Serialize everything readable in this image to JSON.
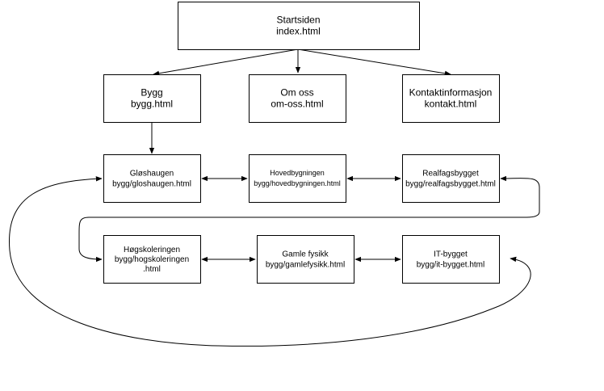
{
  "colors": {
    "stroke": "#000000",
    "fill": "#ffffff",
    "text": "#000000"
  },
  "nodes": [
    {
      "id": "startsiden",
      "lines": [
        "Startsiden",
        "index.html"
      ]
    },
    {
      "id": "bygg",
      "lines": [
        "Bygg",
        "bygg.html"
      ]
    },
    {
      "id": "om-oss",
      "lines": [
        "Om oss",
        "om-oss.html"
      ]
    },
    {
      "id": "kontakt",
      "lines": [
        "Kontaktinformasjon",
        "kontakt.html"
      ]
    },
    {
      "id": "gloshaugen",
      "lines": [
        "Gløshaugen",
        "bygg/gloshaugen.html"
      ]
    },
    {
      "id": "hovedbygningen",
      "lines": [
        "Hovedbygningen",
        "bygg/hovedbygningen.html"
      ]
    },
    {
      "id": "realfagsbygget",
      "lines": [
        "Realfagsbygget",
        "bygg/realfagsbygget.html"
      ]
    },
    {
      "id": "hogskoleringen",
      "lines": [
        "Høgskoleringen",
        "bygg/hogskoleringen",
        ".html"
      ]
    },
    {
      "id": "gamle-fysikk",
      "lines": [
        "Gamle fysikk",
        "bygg/gamlefysikk.html"
      ]
    },
    {
      "id": "it-bygget",
      "lines": [
        "IT-bygget",
        "bygg/it-bygget.html"
      ]
    }
  ],
  "edges": [
    {
      "from": "startsiden",
      "to": "bygg",
      "arrow": "end"
    },
    {
      "from": "startsiden",
      "to": "om-oss",
      "arrow": "end"
    },
    {
      "from": "startsiden",
      "to": "kontakt",
      "arrow": "end"
    },
    {
      "from": "bygg",
      "to": "gloshaugen",
      "arrow": "end"
    },
    {
      "from": "gloshaugen",
      "to": "hovedbygningen",
      "arrow": "both"
    },
    {
      "from": "hovedbygningen",
      "to": "realfagsbygget",
      "arrow": "both"
    },
    {
      "from": "realfagsbygget",
      "to": "hogskoleringen",
      "arrow": "both"
    },
    {
      "from": "hogskoleringen",
      "to": "gamle-fysikk",
      "arrow": "both"
    },
    {
      "from": "gamle-fysikk",
      "to": "it-bygget",
      "arrow": "both"
    },
    {
      "from": "it-bygget",
      "to": "gloshaugen",
      "arrow": "both"
    }
  ]
}
